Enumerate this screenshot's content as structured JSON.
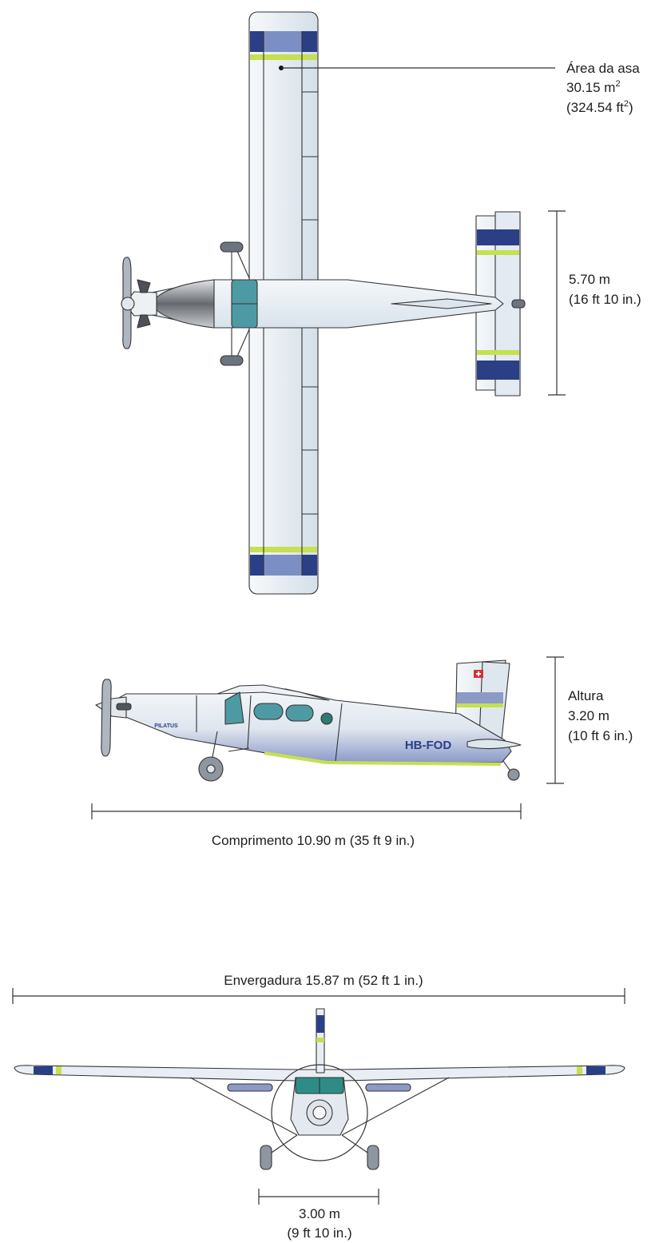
{
  "wing_area": {
    "label": "Área da asa",
    "metric_value": "30.15 m",
    "metric_sup": "2",
    "imperial_value": "(324.54 ft",
    "imperial_sup": "2",
    "imperial_close": ")"
  },
  "tail_span": {
    "metric": "5.70 m",
    "imperial": "(16 ft 10 in.)"
  },
  "height": {
    "label": "Altura",
    "metric": "3.20 m",
    "imperial": "(10 ft 6 in.)"
  },
  "length": {
    "label": "Comprimento 10.90 m (35 ft 9 in.)"
  },
  "wingspan": {
    "label": "Envergadura 15.87 m (52 ft 1 in.)"
  },
  "track": {
    "metric": "3.00 m",
    "imperial": "(9 ft 10 in.)"
  },
  "aircraft": {
    "registration": "HB-FOD",
    "brand": "PILATUS"
  },
  "colors": {
    "body": "#e8eef4",
    "blue_band": "#2b3f86",
    "green_stripe": "#c5e050",
    "cockpit": "#4e9aa4",
    "nose": "#6f7278"
  }
}
